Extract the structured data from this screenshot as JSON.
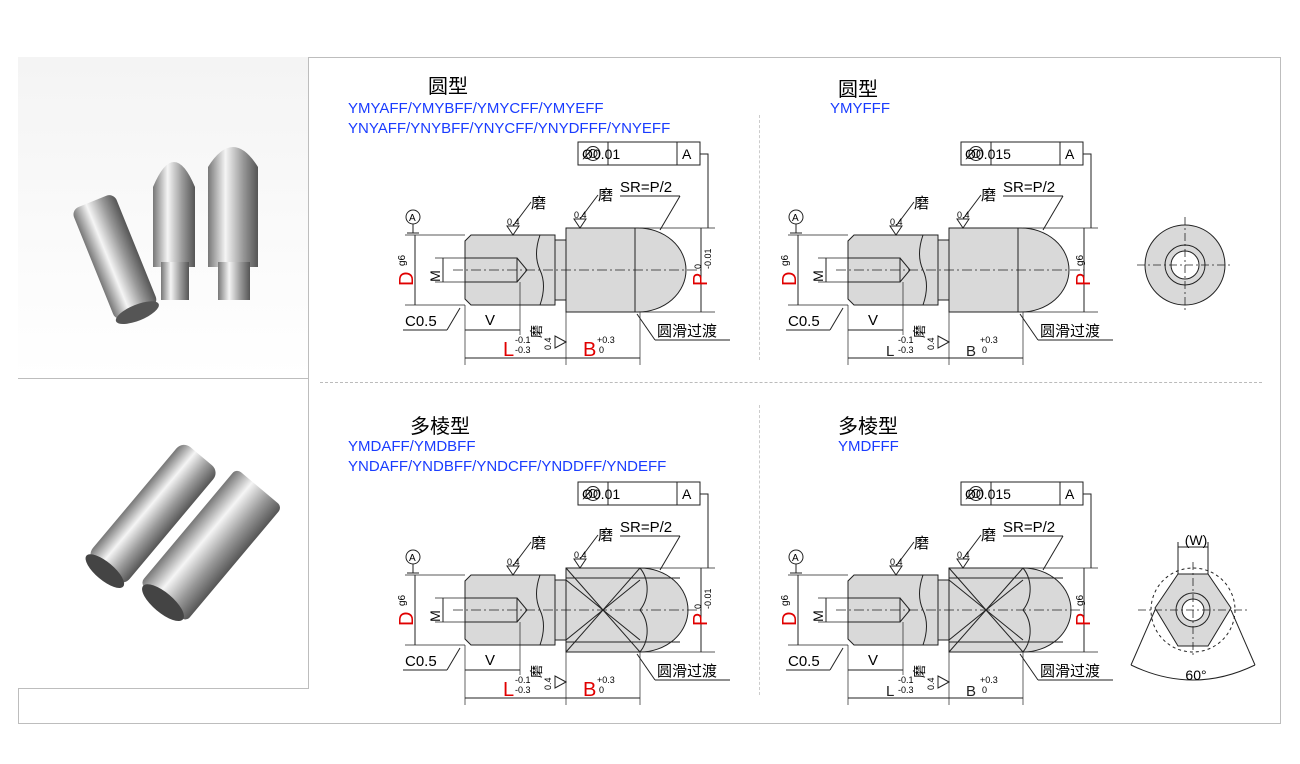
{
  "panels": [
    {
      "title": "圆型",
      "models": [
        "YMYAFF/YMYBFF/YMYCFF/YMYEFF",
        "YNYAFF/YNYBFF/YNYCFF/YNYDFFF/YNYEFF"
      ],
      "fcf_symbol": "◎",
      "fcf_value": "Ø0.01",
      "fcf_datum": "A",
      "sr": "SR=P/2",
      "grind": "磨",
      "roughness": "0.4",
      "datum": "A",
      "d": "D",
      "d_tol": "g6",
      "m": "M",
      "p": "P",
      "p_tol_upper": "0",
      "p_tol_lower": "-0.01",
      "chamfer": "C0.5",
      "v": "V",
      "l": "L",
      "l_tol_upper": "-0.1",
      "l_tol_lower": "-0.3",
      "b": "B",
      "b_tol_upper": "+0.3",
      "b_tol_lower": "0",
      "transition": "圆滑过渡",
      "shape": "round",
      "lb_red": true
    },
    {
      "title": "圆型",
      "models": [
        "YMYFFF"
      ],
      "fcf_symbol": "◎",
      "fcf_value": "Ø0.015",
      "fcf_datum": "A",
      "sr": "SR=P/2",
      "grind": "磨",
      "roughness": "0.4",
      "datum": "A",
      "d": "D",
      "d_tol": "g6",
      "m": "M",
      "p": "P",
      "p_tol": "g6",
      "chamfer": "C0.5",
      "v": "V",
      "l": "L",
      "l_tol_upper": "-0.1",
      "l_tol_lower": "-0.3",
      "b": "B",
      "b_tol_upper": "+0.3",
      "b_tol_lower": "0",
      "transition": "圆滑过渡",
      "shape": "round",
      "lb_red": false
    },
    {
      "title": "多棱型",
      "models": [
        "YMDAFF/YMDBFF",
        "YNDAFF/YNDBFF/YNDCFF/YNDDFF/YNDEFF"
      ],
      "fcf_symbol": "◎",
      "fcf_value": "Ø0.01",
      "fcf_datum": "A",
      "sr": "SR=P/2",
      "grind": "磨",
      "roughness": "0.4",
      "datum": "A",
      "d": "D",
      "d_tol": "g6",
      "m": "M",
      "p": "P",
      "p_tol_upper": "0",
      "p_tol_lower": "-0.01",
      "chamfer": "C0.5",
      "v": "V",
      "l": "L",
      "l_tol_upper": "-0.1",
      "l_tol_lower": "-0.3",
      "b": "B",
      "b_tol_upper": "+0.3",
      "b_tol_lower": "0",
      "transition": "圆滑过渡",
      "shape": "poly",
      "lb_red": true
    },
    {
      "title": "多棱型",
      "models": [
        "YMDFFF"
      ],
      "fcf_symbol": "◎",
      "fcf_value": "Ø0.015",
      "fcf_datum": "A",
      "sr": "SR=P/2",
      "grind": "磨",
      "roughness": "0.4",
      "datum": "A",
      "d": "D",
      "d_tol": "g6",
      "m": "M",
      "p": "P",
      "p_tol": "g6",
      "chamfer": "C0.5",
      "v": "V",
      "l": "L",
      "l_tol_upper": "-0.1",
      "l_tol_lower": "-0.3",
      "b": "B",
      "b_tol_upper": "+0.3",
      "b_tol_lower": "0",
      "transition": "圆滑过渡",
      "shape": "poly",
      "lb_red": false
    }
  ],
  "end_view_poly": {
    "w_label": "(W)",
    "angle_label": "60°"
  },
  "colors": {
    "model_text": "#1a3cff",
    "dim_red": "#e00000",
    "part_fill": "#d9d9d9"
  }
}
